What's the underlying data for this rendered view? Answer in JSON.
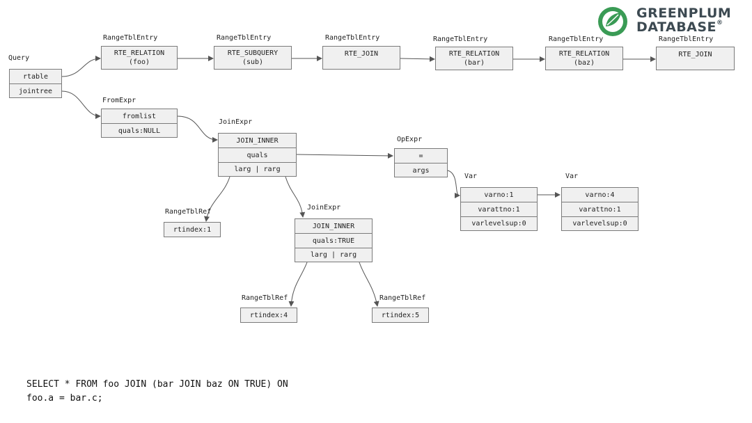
{
  "logo": {
    "line1": "GREENPLUM",
    "line2": "DATABASE",
    "mark": "®",
    "icon": "greenplum-leaf-icon",
    "color": "#3a9b55"
  },
  "query": {
    "label": "Query",
    "fields": [
      "rtable",
      "jointree"
    ]
  },
  "range_table": [
    {
      "label": "RangeTblEntry",
      "text": "RTE_RELATION\n(foo)"
    },
    {
      "label": "RangeTblEntry",
      "text": "RTE_SUBQUERY\n(sub)"
    },
    {
      "label": "RangeTblEntry",
      "text": "RTE_JOIN"
    },
    {
      "label": "RangeTblEntry",
      "text": "RTE_RELATION\n(bar)"
    },
    {
      "label": "RangeTblEntry",
      "text": "RTE_RELATION\n(baz)"
    },
    {
      "label": "RangeTblEntry",
      "text": "RTE_JOIN"
    }
  ],
  "fromexpr": {
    "label": "FromExpr",
    "fields": [
      "fromlist",
      "quals:NULL"
    ]
  },
  "joinexpr1": {
    "label": "JoinExpr",
    "fields": [
      "JOIN_INNER",
      "quals",
      "larg | rarg"
    ]
  },
  "opexpr": {
    "label": "OpExpr",
    "fields": [
      "=",
      "args"
    ]
  },
  "var1": {
    "label": "Var",
    "fields": [
      "varno:1",
      "varattno:1",
      "varlevelsup:0"
    ]
  },
  "var2": {
    "label": "Var",
    "fields": [
      "varno:4",
      "varattno:1",
      "varlevelsup:0"
    ]
  },
  "rtref1": {
    "label": "RangeTblRef",
    "fields": [
      "rtindex:1"
    ]
  },
  "joinexpr2": {
    "label": "JoinExpr",
    "fields": [
      "JOIN_INNER",
      "quals:TRUE",
      "larg | rarg"
    ]
  },
  "rtref4": {
    "label": "RangeTblRef",
    "fields": [
      "rtindex:4"
    ]
  },
  "rtref5": {
    "label": "RangeTblRef",
    "fields": [
      "rtindex:5"
    ]
  },
  "sql": {
    "line1": "SELECT * FROM foo JOIN (bar JOIN baz ON TRUE) ON",
    "line2": "foo.a = bar.c;"
  }
}
